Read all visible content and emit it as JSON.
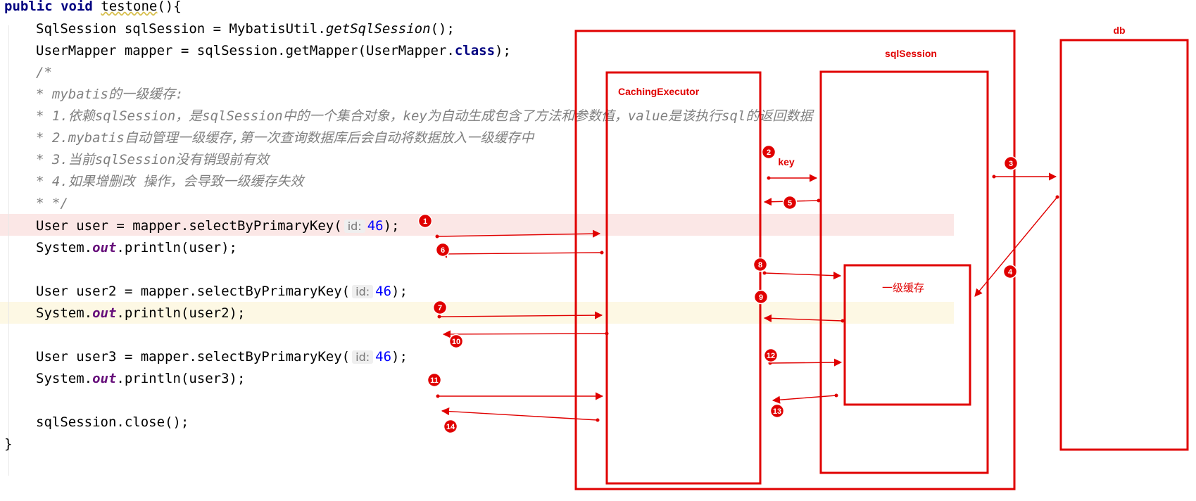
{
  "code": {
    "method_name": "testone",
    "l_sqlsession_util": "MybatisUtil.",
    "l_sqlsession_fn": "getSqlSession",
    "l_mapper_get": "sqlSession.getMapper(UserMapper.",
    "kw_class": "class",
    "comment_open": "/*",
    "comment_1": "* mybatis的一级缓存:",
    "comment_2": "* 1.依赖sqlSession，是sqlSession中的一个集合对象，key为自动生成包含了方法和参数值，value是该执行sql的返回数据",
    "comment_3": "* 2.mybatis自动管理一级缓存,第一次查询数据库后会自动将数据放入一级缓存中",
    "comment_4": "* 3.当前sqlSession没有销毁前有效",
    "comment_5": "* 4.如果增删改 操作，会导致一级缓存失效",
    "comment_close": "* */",
    "query_1_start": "User user = mapper.selectByPrimaryKey(",
    "query_2_start": "User user2 = mapper.selectByPrimaryKey(",
    "query_3_start": "User user3 = mapper.selectByPrimaryKey(",
    "param_hint": "id:",
    "id_value": "46",
    "print_1": "(user);",
    "print_2": "(user2);",
    "print_3": "(user3);",
    "close_call": "sqlSession.close();",
    "closing_brace": "}"
  },
  "diagram": {
    "db_label": "db",
    "sqlsession_label": "sqlSession",
    "executor_label": "CachingExecutor",
    "key_label": "key",
    "cache_label": "一级缓存",
    "badges": [
      "1",
      "2",
      "3",
      "4",
      "5",
      "6",
      "7",
      "8",
      "9",
      "10",
      "11",
      "12",
      "13",
      "14"
    ],
    "color": "#e00000"
  }
}
